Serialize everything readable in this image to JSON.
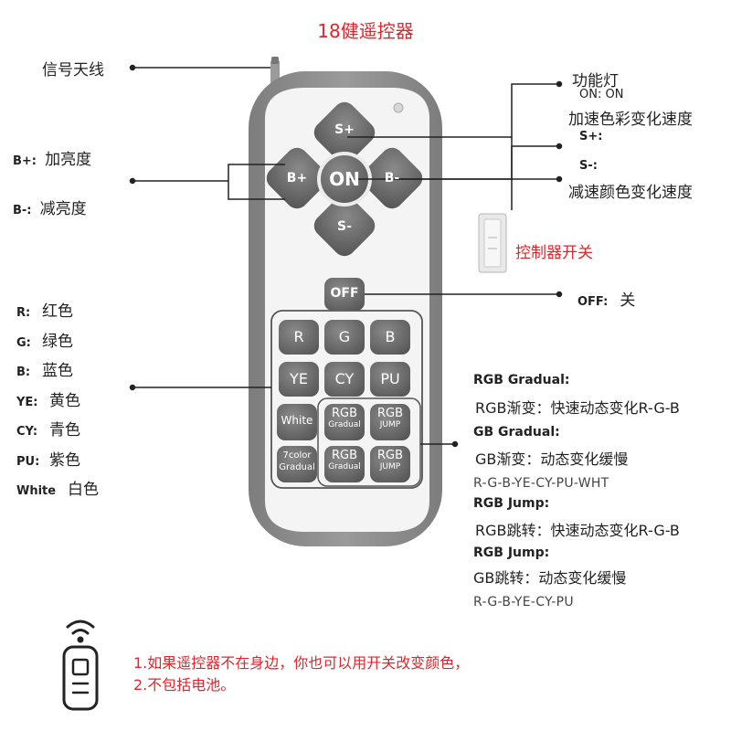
{
  "title": "18健遥控器",
  "antenna_label": "信号天线",
  "left_labels": {
    "brightness": [
      {
        "key": "B+:",
        "text": "加亮度"
      },
      {
        "key": "B-:",
        "text": "减亮度"
      }
    ],
    "colors": [
      {
        "key": "R:",
        "text": "红色"
      },
      {
        "key": "G:",
        "text": "绿色"
      },
      {
        "key": "B:",
        "text": "蓝色"
      },
      {
        "key": "YE:",
        "text": "黄色"
      },
      {
        "key": "CY:",
        "text": "青色"
      },
      {
        "key": "PU:",
        "text": "紫色"
      },
      {
        "key": "White",
        "text": "白色"
      }
    ]
  },
  "right_top": {
    "func_light": "功能灯",
    "on_key": "ON: ON",
    "speed_up": "加速色彩变化速度",
    "s_plus": "S+:",
    "s_minus": "S-:",
    "speed_down": "减速颜色变化速度"
  },
  "controller_switch": "控制器开关",
  "off_label": {
    "key": "OFF:",
    "text": "关"
  },
  "modes": [
    {
      "head": "RGB Gradual:",
      "desc": "RGB渐变：快速动态变化R-G-B",
      "seq": ""
    },
    {
      "head": "GB Gradual:",
      "desc": "GB渐变：动态变化缓慢",
      "seq": "R-G-B-YE-CY-PU-WHT"
    },
    {
      "head": "RGB Jump:",
      "desc": "RGB跳转：快速动态变化R-G-B",
      "seq": ""
    },
    {
      "head": "RGB Jump:",
      "desc": "GB跳转：动态变化缓慢",
      "seq": "R-G-B-YE-CY-PU"
    }
  ],
  "remote_buttons": {
    "s_plus": "S+",
    "s_minus": "S-",
    "b_plus": "B+",
    "b_minus": "B-",
    "on": "ON",
    "off": "OFF",
    "r": "R",
    "g": "G",
    "b": "B",
    "ye": "YE",
    "cy": "CY",
    "pu": "PU",
    "white": "White",
    "rgb1_top": "RGB",
    "rgb1_bottom": "Gradual",
    "rgb2_top": "RGB",
    "rgb2_bottom": "JUMP",
    "seven_top": "7color",
    "seven_bottom": "Gradual",
    "rgb3_top": "RGB",
    "rgb3_bottom": "Gradual",
    "rgb4_top": "RGB",
    "rgb4_bottom": "JUMP"
  },
  "notes": [
    "1.如果遥控器不在身边，你也可以用开关改变颜色，",
    "2.不包括电池。"
  ],
  "colors": {
    "accent_red": "#e0262c",
    "button_gray": "#6b6b6b",
    "body_white": "#f6f6f6",
    "shell_gray": "#8a8a8a"
  }
}
